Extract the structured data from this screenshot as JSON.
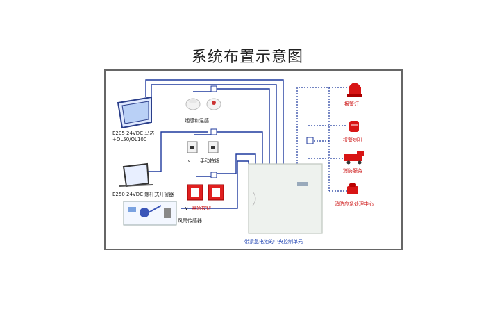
{
  "title": "系统布置示意图",
  "labels": {
    "window_motor": "E205 24VDC 马达",
    "window_motor_model": "+OL50/OL100",
    "chain_opener": "E250 24VDC 螺杆式开窗器",
    "smoke_heat": "烟感和温感",
    "manual_button": "手动按钮",
    "manual_prefix": "∨",
    "emergency_button": "紧急按钮",
    "emergency_prefix": "∨",
    "wind_rain": "风雨传感器",
    "control_unit": "带紧急电池的中央控制单元",
    "alarm_light": "报警灯",
    "alarm_horn": "报警喇叭",
    "fire_service": "消防服务",
    "fire_center": "消防应急处理中心"
  },
  "colors": {
    "wire_blue": "#1f3a9e",
    "label_red": "#cc1111",
    "label_blue": "#1a3fb0",
    "frame": "#666666",
    "panel": "#eef2ee"
  }
}
